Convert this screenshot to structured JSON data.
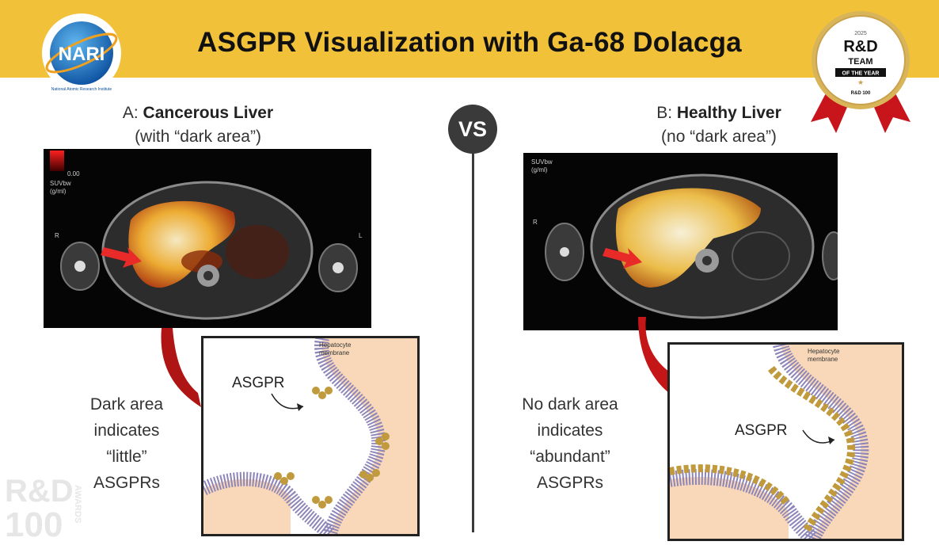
{
  "header": {
    "title": "ASGPR Visualization with Ga-68 Dolacga",
    "logo_text": "NARI",
    "logo_ring_text": "National Atomic Research Institute"
  },
  "award_badge": {
    "year": "2025",
    "brand": "R&D",
    "line1": "TEAM",
    "line2": "OF THE YEAR",
    "footer": "R&D 100"
  },
  "divider": {
    "label": "VS"
  },
  "panel_a": {
    "prefix": "A: ",
    "title": "Cancerous Liver",
    "subtitle": "(with “dark area”)",
    "scan_scale_value": "0.00",
    "scan_unit_line1": "SUVbw",
    "scan_unit_line2": "(g/ml)",
    "scan_side_left": "R",
    "scan_side_right": "L",
    "inset_label": "ASGPR",
    "inset_membrane_line1": "Hepatocyte",
    "inset_membrane_line2": "membrane",
    "caption_lines": [
      "Dark area",
      "indicates",
      "“little”",
      "ASGPRs"
    ]
  },
  "panel_b": {
    "prefix": "B: ",
    "title": "Healthy Liver",
    "subtitle": "(no “dark area”)",
    "scan_unit_line1": "SUVbw",
    "scan_unit_line2": "(g/ml)",
    "scan_side_left": "R",
    "inset_label": "ASGPR",
    "inset_membrane_line1": "Hepatocyte",
    "inset_membrane_line2": "membrane",
    "caption_lines": [
      "No dark area",
      "indicates",
      "“abundant”",
      "ASGPRs"
    ]
  },
  "watermark": {
    "line1": "R&D",
    "line2": "100",
    "side": "AWARDS"
  },
  "colors": {
    "banner": "#f2c13a",
    "arrow": "#b01515",
    "membrane": "#8e86b8",
    "receptor": "#c09a3c"
  }
}
